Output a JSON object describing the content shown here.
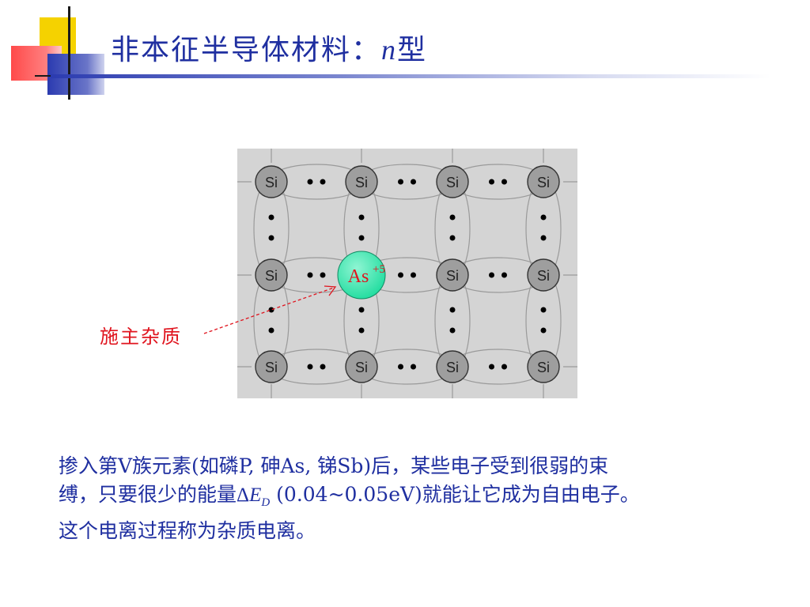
{
  "slide": {
    "title": "非本征半导体材料：",
    "title_var": "n",
    "title_suffix": "型"
  },
  "diagram": {
    "host_atom_label": "Si",
    "dopant_element": "As",
    "dopant_charge": "+5",
    "donor_label": "施主杂质",
    "colors": {
      "background": "#d4d4d4",
      "host_atom_fill": "#9e9e9e",
      "dopant_fill": "#1fdc9e",
      "dopant_label": "#e0141e",
      "donor_label": "#e0141e"
    }
  },
  "body": {
    "line1": "掺入第V族元素(如磷P, 砷As, 锑Sb)后，某些电子受到很弱的束",
    "line2_a": "缚，只要很少的能量",
    "line2_delta": "Δ",
    "line2_E": "E",
    "line2_sub": "D",
    "line2_b": " (0.04~0.05eV)就能让它成为自由电子。",
    "line3": "这个电离过程称为杂质电离。"
  },
  "theme": {
    "title_color": "#1f2fa0",
    "accent_blue": "#2b3bb0",
    "accent_yellow": "#f5d200",
    "accent_red": "#ff4a4a"
  }
}
